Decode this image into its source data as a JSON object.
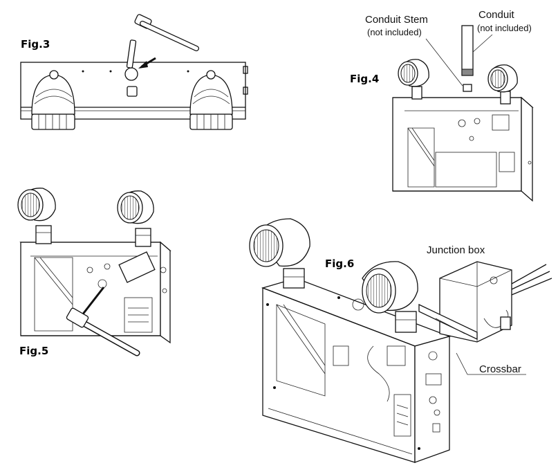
{
  "figures": {
    "fig3": {
      "label": "Fig.3"
    },
    "fig4": {
      "label": "Fig.4"
    },
    "fig5": {
      "label": "Fig.5"
    },
    "fig6": {
      "label": "Fig.6"
    }
  },
  "callouts": {
    "conduit_stem": "Conduit Stem",
    "conduit_stem_note": "(not included)",
    "conduit": "Conduit",
    "conduit_note": "(not included)",
    "junction_box": "Junction box",
    "crossbar": "Crossbar"
  }
}
